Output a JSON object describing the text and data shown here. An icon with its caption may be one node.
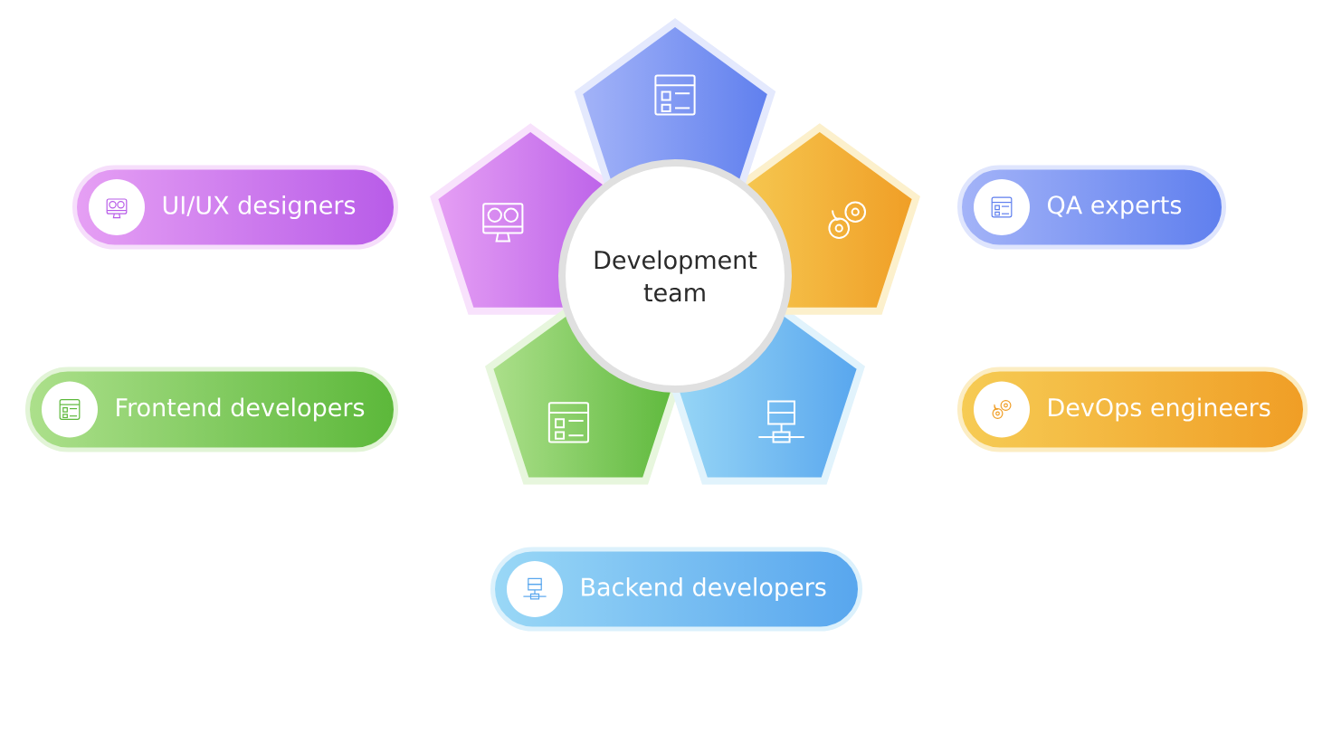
{
  "diagram": {
    "nodes": [
      {
        "text": [
          "UI/UX designers"
        ]
      },
      {
        "text": [
          "QA experts"
        ]
      },
      {
        "text": [
          "Development team"
        ]
      },
      {
        "text": [
          "Frontend developers"
        ]
      },
      {
        "text": [
          "DevOps engineers"
        ]
      },
      {
        "text": [
          "Backend developers"
        ]
      }
    ]
  }
}
